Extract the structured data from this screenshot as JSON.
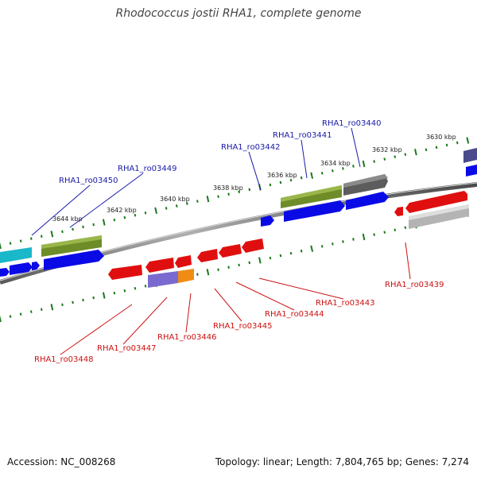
{
  "title": "Rhodococcus jostii RHA1, complete genome",
  "footer": {
    "accession": "Accession: NC_008268",
    "stats": "Topology: linear; Length: 7,804,765 bp; Genes: 7,274"
  },
  "colors": {
    "blue_gene": "#0a0ae6",
    "red_gene": "#e00f0f",
    "green_gene": "#6e8c28",
    "dark_gray_gene": "#5c5c5c",
    "light_gray_gene": "#b4b4b4",
    "cyan_gene": "#1ab8c8",
    "purple_gene": "#7a6ad0",
    "orange_gene": "#f08c14",
    "navy_gene": "#4a4a8c",
    "kbp_tick": "#1a7a1a",
    "backbone": "#7a7a7a",
    "label_forward": "#1a1aa8",
    "label_reverse": "#cc1111"
  },
  "kbp_labels": [
    "3630 kbp",
    "3632 kbp",
    "3634 kbp",
    "3636 kbp",
    "3638 kbp",
    "3640 kbp",
    "3642 kbp",
    "3644 kbp"
  ],
  "labels_forward": [
    "RHA1_ro03440",
    "RHA1_ro03441",
    "RHA1_ro03442",
    "RHA1_ro03449",
    "RHA1_ro03450"
  ],
  "labels_reverse": [
    "RHA1_ro03439",
    "RHA1_ro03443",
    "RHA1_ro03444",
    "RHA1_ro03445",
    "RHA1_ro03446",
    "RHA1_ro03447",
    "RHA1_ro03448"
  ]
}
